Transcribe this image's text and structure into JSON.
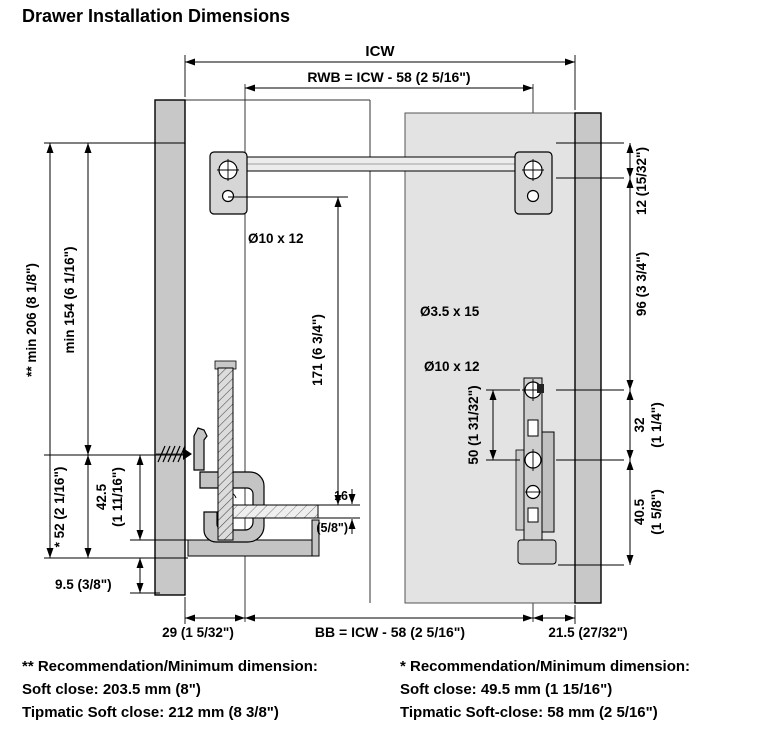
{
  "title": "Drawer Installation Dimensions",
  "dims": {
    "icw": "ICW",
    "rwb": "RWB = ICW - 58 (2 5/16\")",
    "min206": "** min 206 (8 1/8\")",
    "min154": "min 154 (6 1/16\")",
    "d52": "* 52 (2 1/16\")",
    "d42_5": "42.5",
    "d42_5b": "(1 11/16\")",
    "d9_5": "9.5 (3/8\")",
    "d171": "171 (6 3/4\")",
    "d16": "16",
    "d16b": "(5/8\")",
    "d12": "12 (15/32\")",
    "d96": "96 (3 3/4\")",
    "d32": "32",
    "d32b": "(1 1/4\")",
    "d40_5": "40.5",
    "d40_5b": "(1 5/8\")",
    "d50": "50 (1 31/32\")",
    "d29": "29 (1 5/32\")",
    "bb": "BB = ICW - 58 (2 5/16\")",
    "d21_5": "21.5 (27/32\")",
    "hole_left": "Ø10 x 12",
    "hole_right_a": "Ø3.5 x 15",
    "hole_right_b": "Ø10 x 12"
  },
  "footnotes": {
    "left_heading": "** Recommendation/Minimum dimension:",
    "left_line1": "Soft close: 203.5 mm (8\")",
    "left_line2": "Tipmatic Soft close: 212 mm (8 3/8\")",
    "right_heading": "* Recommendation/Minimum dimension:",
    "right_line1": "Soft close: 49.5 mm (1 15/16\")",
    "right_line2": "Tipmatic Soft-close: 58 mm (2 5/16\")"
  },
  "colors": {
    "panel": "#c8c8c8",
    "bracket": "#d6d6d6",
    "slide": "#c4c4c4",
    "drawer_side": "#e3e3e3"
  }
}
